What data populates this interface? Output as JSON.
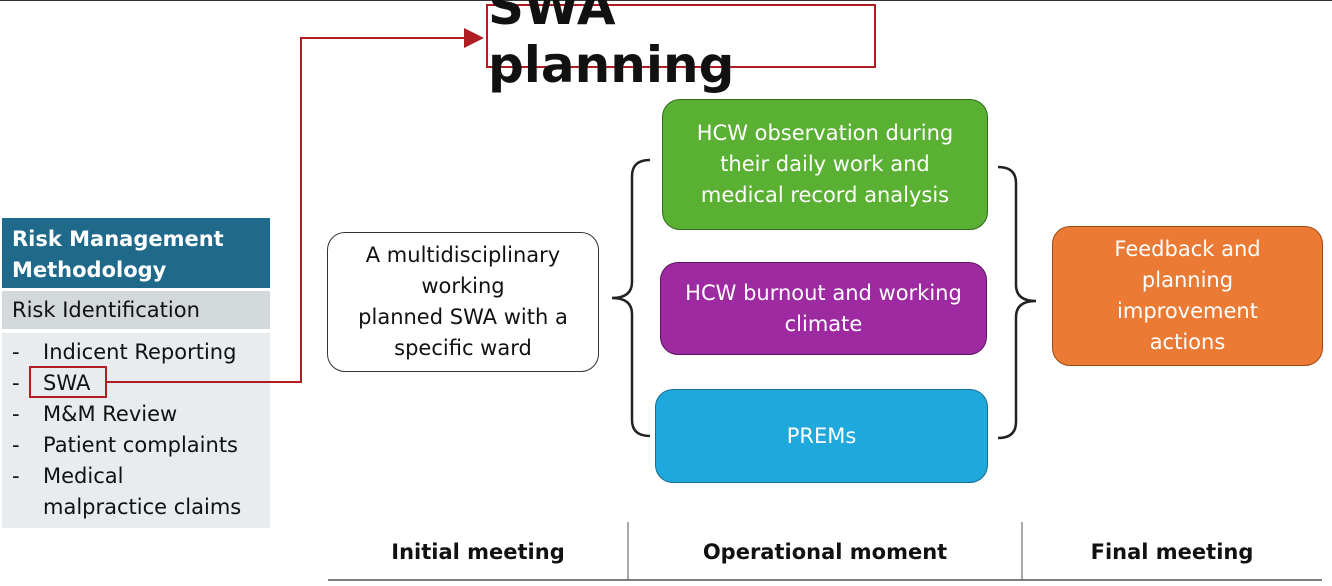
{
  "title": "SWA planning",
  "risk_panel": {
    "header": "Risk Management Methodology",
    "subheader": "Risk Identification",
    "items": [
      "Indicent Reporting",
      "SWA",
      "M&M Review",
      "Patient complaints",
      "Medical\nmalpractice claims"
    ],
    "bullet": "-"
  },
  "boxes": {
    "initial": "A multidisciplinary\nworking\nplanned SWA with a\nspecific ward",
    "hcw_observation": "HCW observation during\ntheir daily work and\nmedical record analysis",
    "burnout": "HCW burnout and working\nclimate",
    "prems": "PREMs",
    "feedback": "Feedback and\nplanning\nimprovement\nactions"
  },
  "stages": {
    "initial": "Initial meeting",
    "operational": "Operational moment",
    "final": "Final meeting"
  },
  "colors": {
    "header_bg": "#1f6a8b",
    "highlight": "#b01e23",
    "green": "#5ab033",
    "purple": "#9e2aa1",
    "blue": "#1fa8db",
    "orange": "#ea7a34"
  }
}
